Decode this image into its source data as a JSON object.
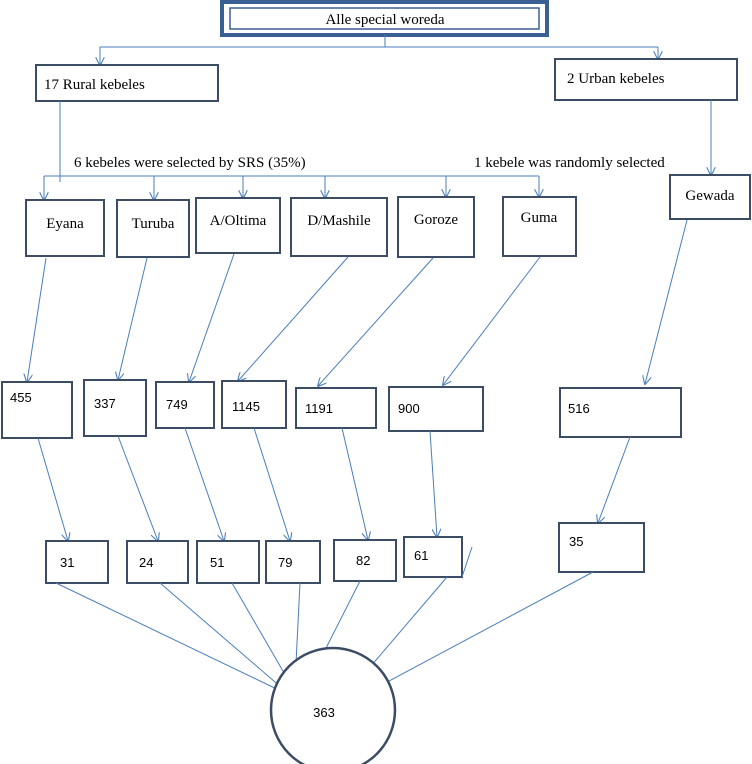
{
  "woreda": {
    "label": "Alle special woreda"
  },
  "rural": {
    "label": "17 Rural kebeles"
  },
  "urban": {
    "label": "2 Urban kebeles"
  },
  "rural_selection_note": "6 kebeles were selected by SRS (35%)",
  "urban_selection_note": "1 kebele was randomly selected",
  "kebeles": [
    {
      "name": "Eyana",
      "population": "455",
      "sample": "31"
    },
    {
      "name": "Turuba",
      "population": "337",
      "sample": "24"
    },
    {
      "name": "A/Oltima",
      "population": "749",
      "sample": "51"
    },
    {
      "name": "D/Mashile",
      "population": "1145",
      "sample": "79"
    },
    {
      "name": "Goroze",
      "population": "1191",
      "sample": "82"
    },
    {
      "name": "Guma",
      "population": "900",
      "sample": "61"
    },
    {
      "name": "Gewada",
      "population": "516",
      "sample": "35"
    }
  ],
  "total": "363"
}
